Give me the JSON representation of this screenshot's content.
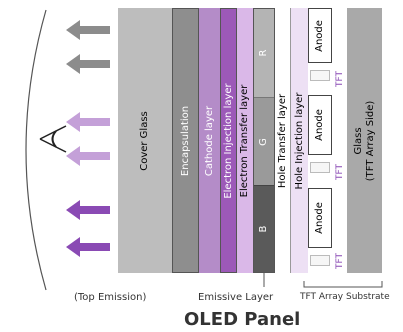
{
  "layers": {
    "cover_glass": "Cover Glass",
    "encapsulation": "Encapsulation",
    "cathode": "Cathode layer",
    "electron_injection": "Electron Injection layer",
    "electron_transfer": "Electron Transfer layer",
    "emissive": {
      "r": "R",
      "g": "G",
      "b": "B"
    },
    "hole_transfer": "Hole Transfer layer",
    "hole_injection": "Hole Injection layer",
    "anode": "Anode",
    "tft": "TFT",
    "glass": "Glass\n(TFT Array Side)"
  },
  "captions": {
    "top_emission": "(Top Emission)",
    "emissive_layer": "Emissive Layer",
    "tft_array_substrate": "TFT Array Substrate",
    "panel_title": "OLED Panel"
  },
  "colors": {
    "arrow_gray": "#8c8c8c",
    "arrow_light_purple": "#c4a0d8",
    "arrow_purple": "#8a4ab4",
    "cover_glass": "#bdbdbd",
    "encapsulation": "#8e8e8e",
    "cathode": "#b48cc8",
    "electron_injection": "#9c59b8",
    "electron_transfer": "#dab8e8",
    "emissive_r": "#b4b4b4",
    "emissive_g": "#9a9a9a",
    "emissive_b": "#5a5a5a",
    "hole_transfer": "#ffffff",
    "hole_injection": "#ede0f4",
    "glass": "#a9a9a9"
  },
  "icons": [
    "eye-icon",
    "light-arrow-icon"
  ]
}
